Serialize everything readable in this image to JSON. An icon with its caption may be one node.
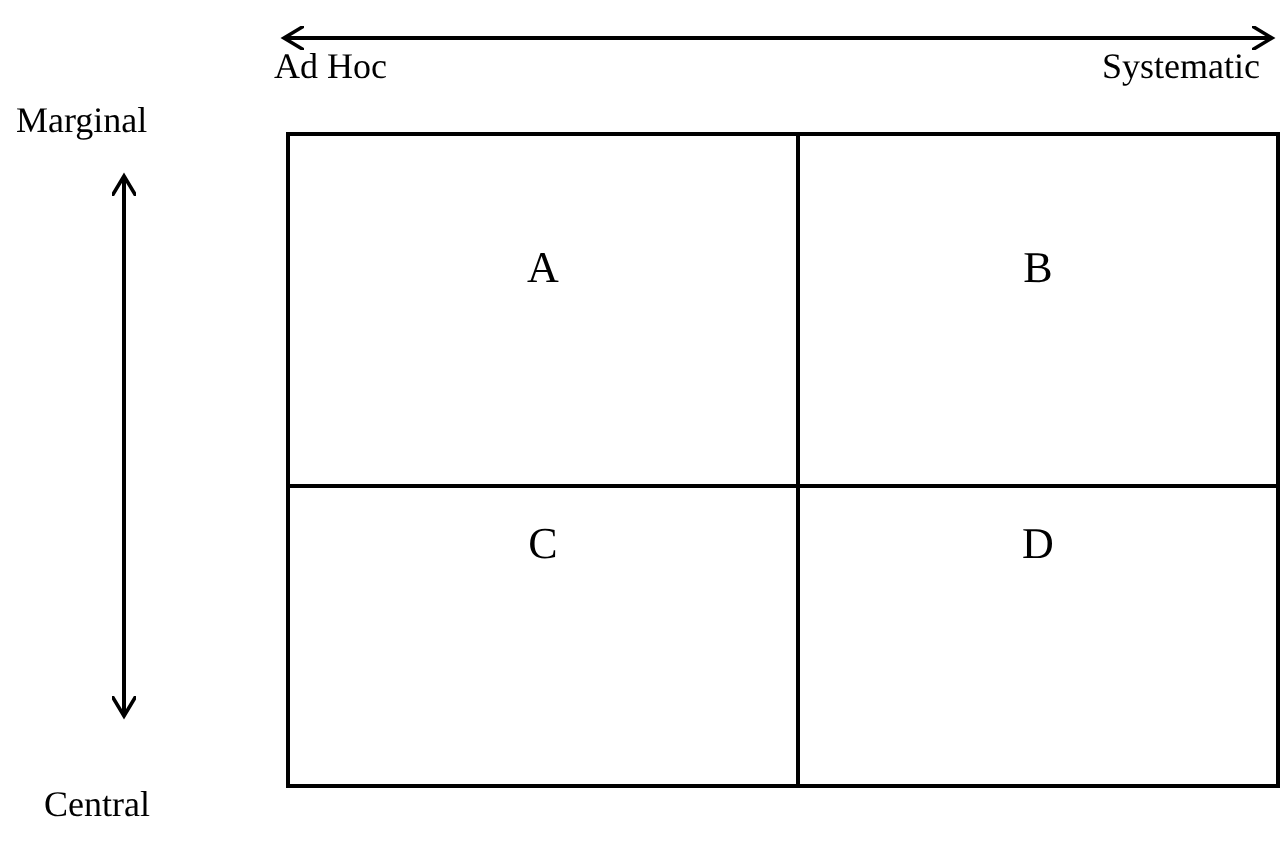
{
  "diagram": {
    "nodes": [
      {
        "text": [
          "A"
        ]
      },
      {
        "text": [
          "B"
        ]
      },
      {
        "text": [
          "C"
        ]
      },
      {
        "text": [
          "D"
        ]
      }
    ],
    "edges": [],
    "labels": [
      "Ad Hoc",
      "Systematic",
      "Marginal",
      "Central"
    ]
  }
}
